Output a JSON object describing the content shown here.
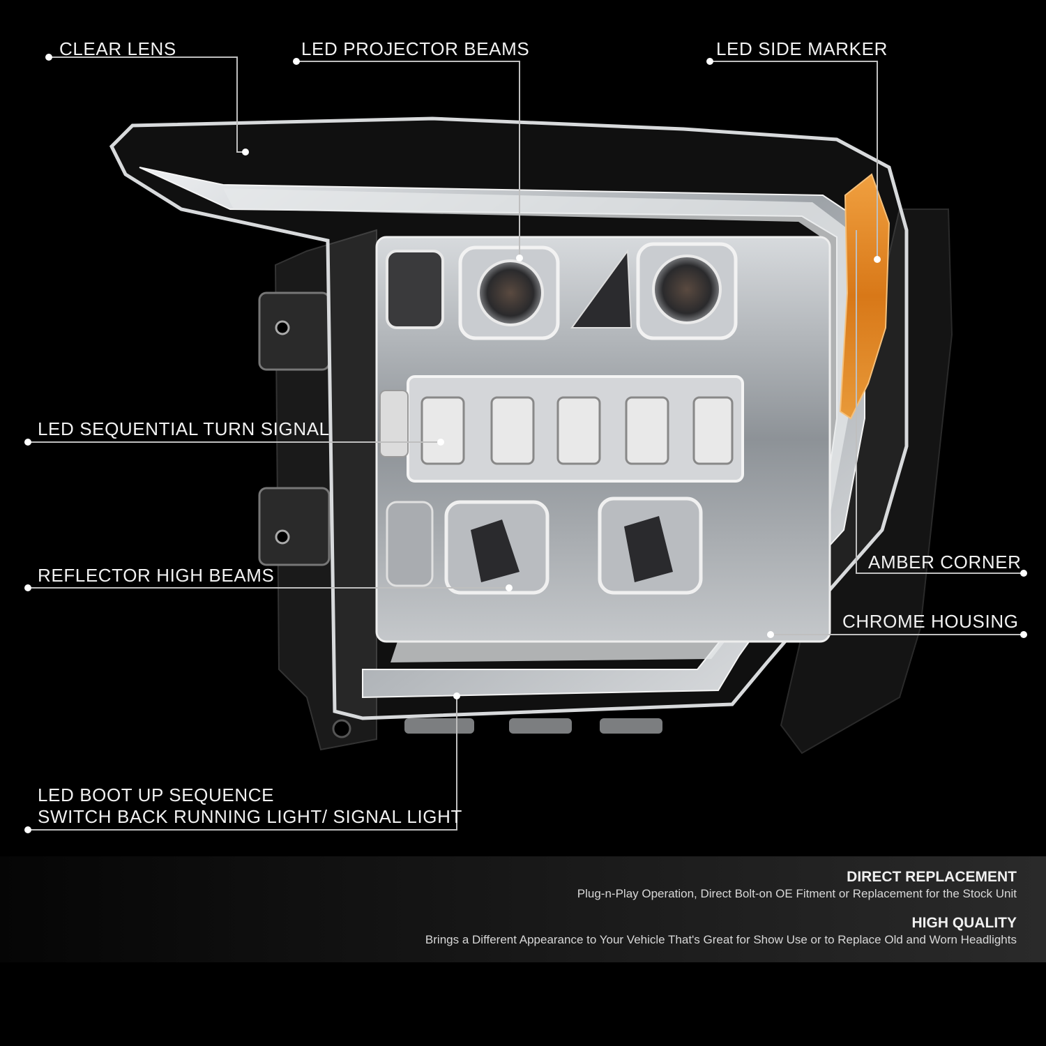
{
  "callouts": {
    "clear_lens": "CLEAR LENS",
    "led_projector_beams": "LED PROJECTOR BEAMS",
    "led_side_marker": "LED SIDE MARKER",
    "led_sequential_turn_signal": "LED SEQUENTIAL TURN SIGNAL",
    "amber_corner": "AMBER CORNER",
    "reflector_high_beams": "REFLECTOR HIGH BEAMS",
    "chrome_housing": "CHROME HOUSING",
    "led_boot_up_line1": "LED BOOT UP SEQUENCE",
    "led_boot_up_line2": "SWITCH BACK RUNNING LIGHT/ SIGNAL LIGHT"
  },
  "features": [
    {
      "title": "DIRECT REPLACEMENT",
      "desc": "Plug-n-Play Operation, Direct Bolt-on OE Fitment or Replacement for the Stock Unit"
    },
    {
      "title": "HIGH QUALITY",
      "desc": "Brings a Different Appearance to Your Vehicle That's Great for Show Use or to Replace Old and Worn Headlights"
    }
  ],
  "colors": {
    "background": "#000000",
    "chrome": "#c9ccd0",
    "amber": "#e8902a",
    "callout_line": "#bfbfbf"
  }
}
